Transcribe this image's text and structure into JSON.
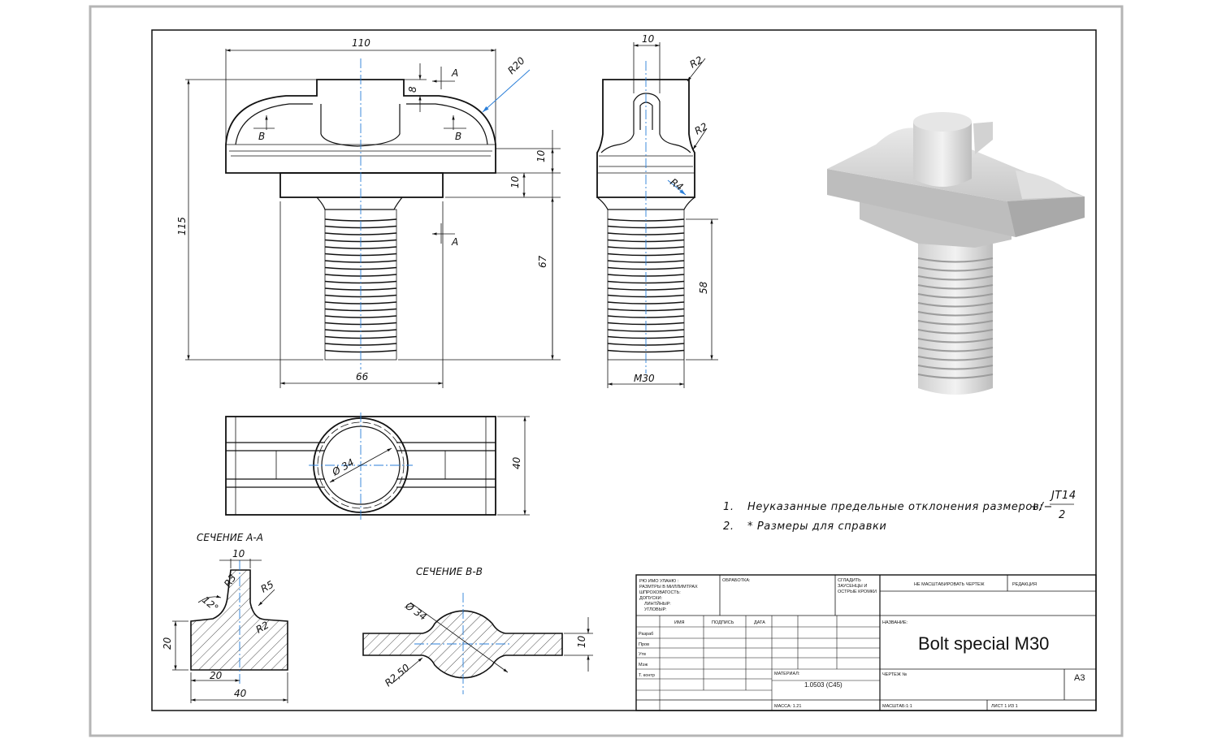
{
  "dimensions": {
    "d110": "110",
    "d115": "115",
    "d8": "8",
    "d10a": "10",
    "d10b": "10",
    "d67": "67",
    "d66": "66",
    "r20": "R20",
    "s10": "10",
    "s58": "58",
    "sM30": "M30",
    "sR2a": "R2",
    "sR2b": "R2",
    "sR4": "R4",
    "p40": "40",
    "p34": "Ø 34",
    "aa10": "10",
    "aa20": "20",
    "aa20b": "20",
    "aa40": "40",
    "aaR5": "R5",
    "aaR2": "R2",
    "aaR3": "R3",
    "aa12": "12°",
    "bb10": "10",
    "bb34": "Ø 34",
    "bbR": "R2,50"
  },
  "labels": {
    "A1": "A",
    "A2": "A",
    "B1": "B",
    "B2": "B",
    "section_aa": "СЕЧЕНИЕ А-А",
    "section_bb": "СЕЧЕНИЕ В-В"
  },
  "notes": {
    "n1_num": "1.",
    "n1_text": "Неуказанные предельные отклонения размеров:",
    "n1_pm": "+/−",
    "n1_num_top": "JT14",
    "n1_den": "2",
    "n2_num": "2.",
    "n2_text": "* Размеры для справки"
  },
  "title_block": {
    "tol_note": [
      "РЮ ИМО УЛАНЮ :",
      "РАЗМТРЫ В МИЛЛИМТРАХ",
      "ШПРОХОВАТОСТЬ:",
      "ДОПУСКИ:",
      "ЛИНТЙНЫР:",
      "УГЛОВЫР:"
    ],
    "finish": "ОБРАБОТКА:",
    "deburr": [
      "СГЛАДИТЬ",
      "ЗАУСЕНЦЫ И",
      "ОСТРЫЕ КРОМКИ"
    ],
    "noscale": "НЕ МАСШТАБИРОВАТЬ ЧЕРТЕЖ",
    "revision": "РЕДАКЦИЯ",
    "col_name": "ИМЯ",
    "col_sign": "ПОДПИСЬ",
    "col_date": "ДАТА",
    "rows": [
      "Разраб",
      "Пров",
      "Утв",
      "Мэж",
      "Т. контр"
    ],
    "name_label": "НАЗВАНИЕ:",
    "title": "Bolt special M30",
    "material_label": "МАТЕРИАЛ:",
    "material": "1.0503 (C45)",
    "drawing_no": "ЧЕРТЕЖ №",
    "size": "A3",
    "mass": "МАССА: 1.21",
    "scale": "МАСШТАБ:1:1",
    "sheet": "ЛИСТ 1 ИЗ 1"
  },
  "colors": {
    "ink": "#111111",
    "centerline": "#2b7fd8",
    "frame": "#b5b5b5"
  }
}
